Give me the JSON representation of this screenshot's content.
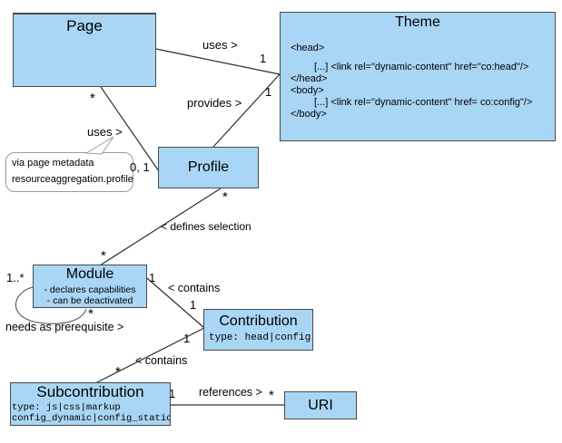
{
  "diagram": {
    "colors": {
      "box_fill": "#a9d6f5",
      "box_border": "#4a4a4a",
      "line": "#2f2f2f",
      "note_border": "#9a9a9a"
    },
    "classes": {
      "page": {
        "title": "Page"
      },
      "theme": {
        "title": "Theme",
        "body_lines": [
          "<head>",
          "[...] <link rel=\"dynamic-content\" href=\"co:head\"/>",
          "</head>",
          "<body>",
          "[...] <link rel=\"dynamic-content\" href= co:config\"/>",
          "</body>"
        ]
      },
      "profile": {
        "title": "Profile"
      },
      "module": {
        "title": "Module",
        "attributes": [
          "- declares capabilities",
          "- can be deactivated"
        ]
      },
      "contribution": {
        "title": "Contribution",
        "attributes": [
          "type: head|config"
        ]
      },
      "subcontribution": {
        "title": "Subcontribution",
        "attributes": [
          "type: js|css|markup",
          "config_dynamic|config_static"
        ]
      },
      "uri": {
        "title": "URI"
      }
    },
    "note": {
      "lines": [
        "via page metadata",
        "resourceaggregation.profile"
      ]
    },
    "labels": {
      "uses_theme": "uses >",
      "provides": "provides >",
      "uses_profile": "uses >",
      "defines_selection": "< defines selection",
      "contains_module": "< contains",
      "contains_sub": "< contains",
      "needs_prereq": "needs as prerequisite >",
      "references": "references >"
    },
    "multiplicities": {
      "page_theme_one": "1",
      "theme_profile_one": "1",
      "page_star": "*",
      "profile_zero_one": "0, 1",
      "profile_star": "*",
      "module_star_top": "*",
      "module_one": "1",
      "contribution_one_top": "1",
      "contribution_one_bottom": "1",
      "sub_star_top": "*",
      "module_one_star": "1..*",
      "module_loop_star": "*",
      "sub_one": "1",
      "uri_star": "*"
    }
  }
}
